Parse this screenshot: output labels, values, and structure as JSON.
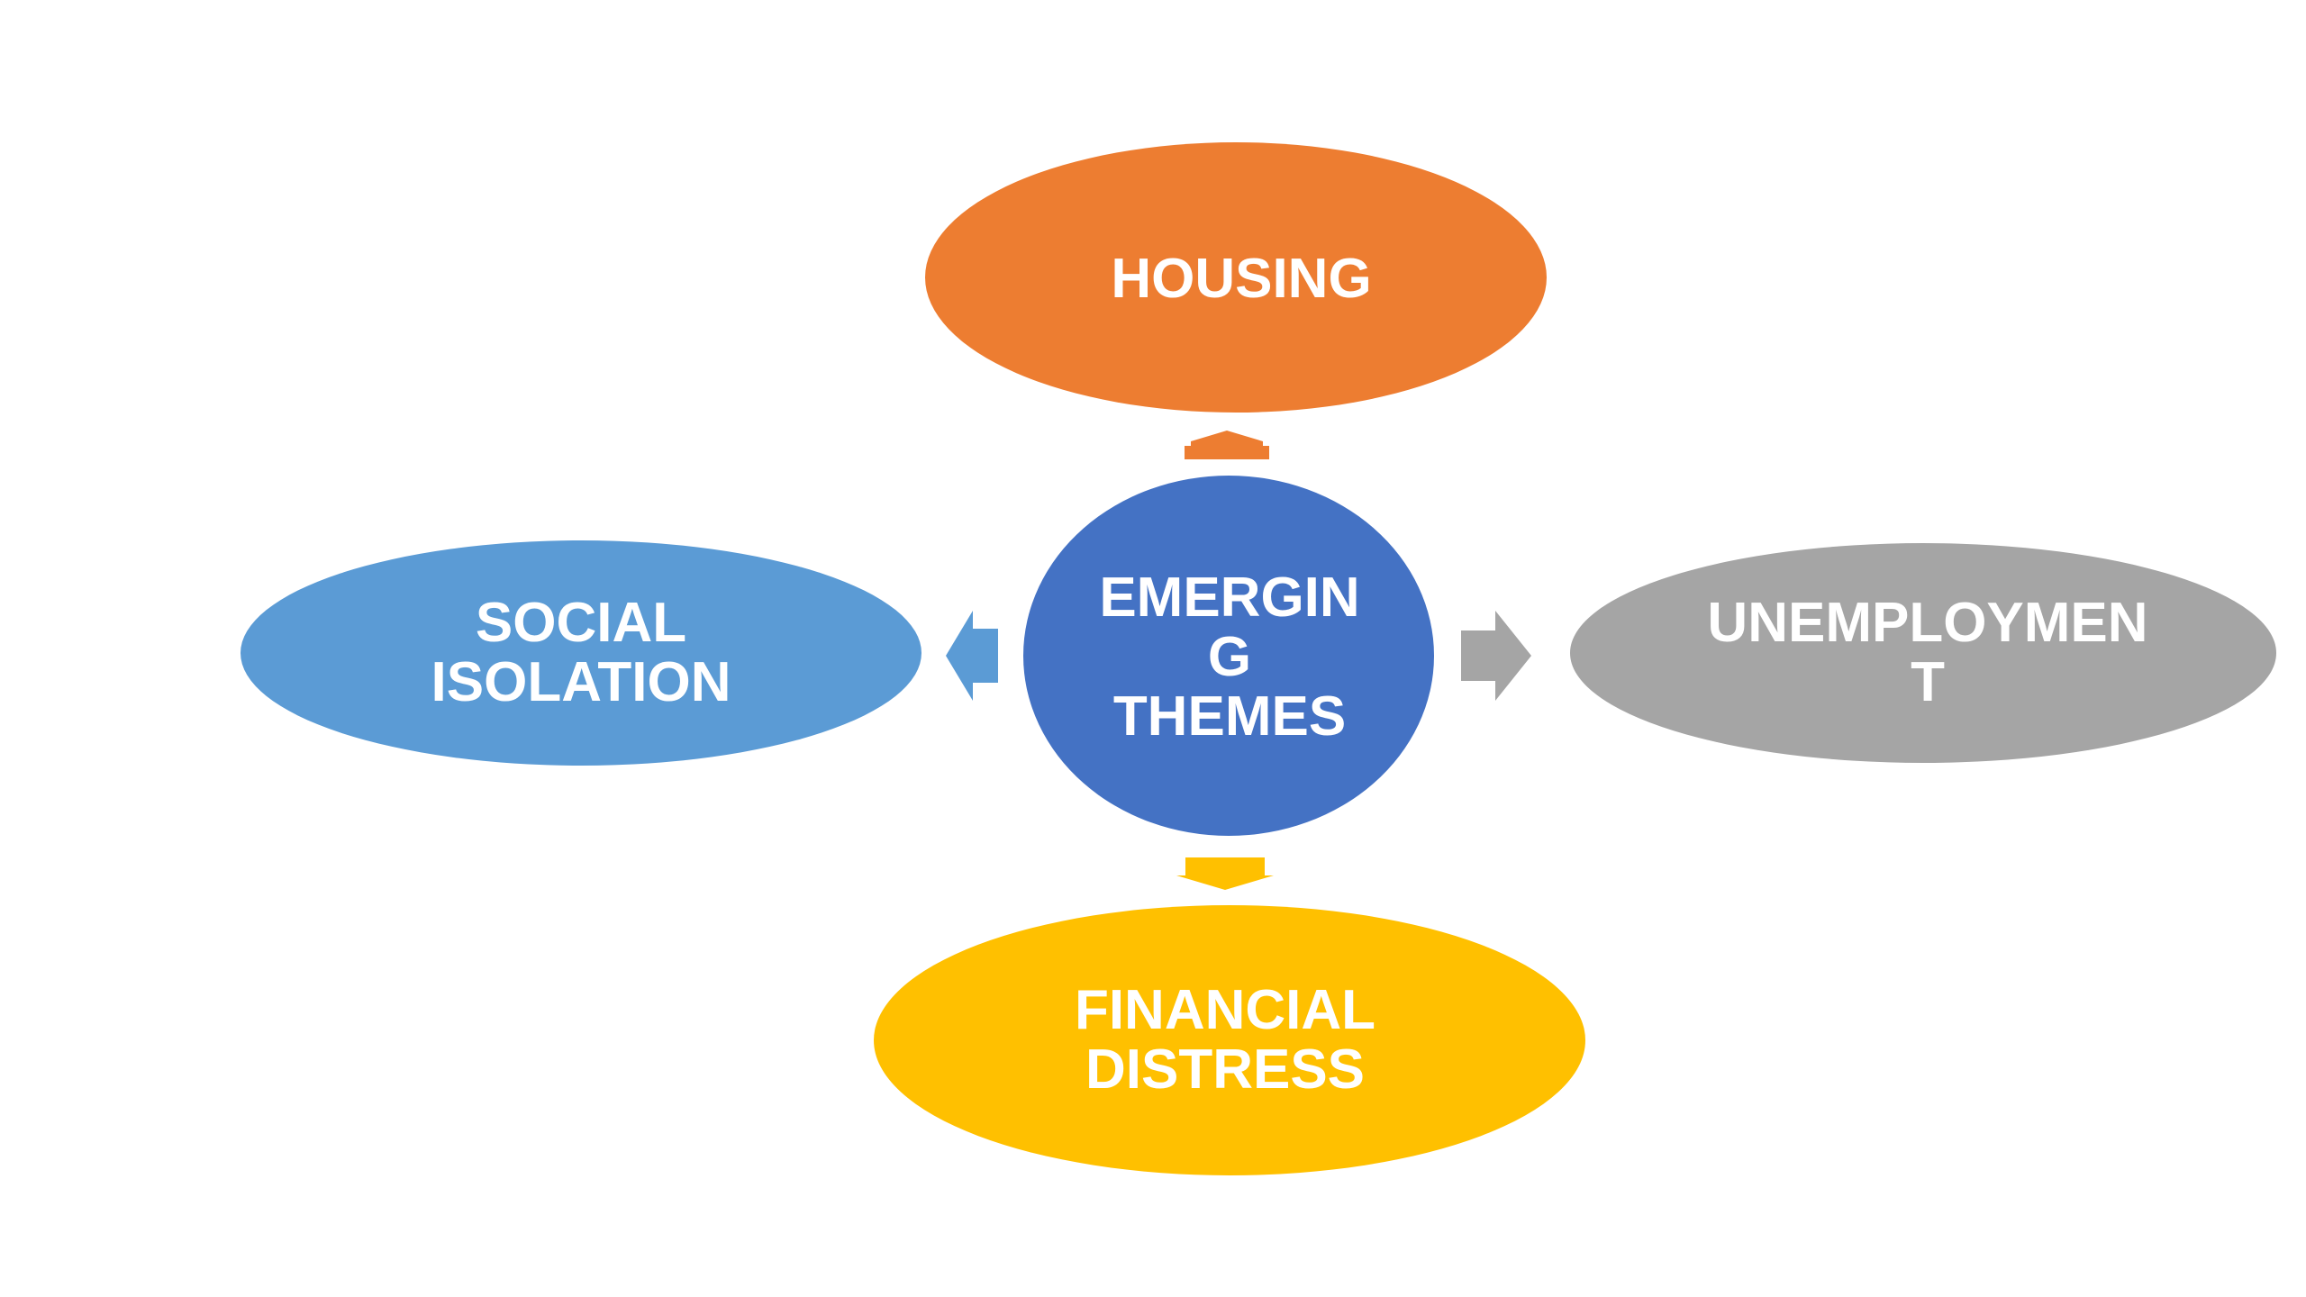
{
  "diagram": {
    "center": {
      "lines": [
        "EMERGIN",
        "G",
        "THEMES"
      ],
      "color": "#4472C4"
    },
    "nodes": {
      "housing": {
        "lines": [
          "HOUSING"
        ],
        "color": "#ED7D31"
      },
      "social_isolation": {
        "lines": [
          "SOCIAL",
          "ISOLATION"
        ],
        "color": "#5B9BD5"
      },
      "unemployment": {
        "lines": [
          "UNEMPLOYMEN",
          "T"
        ],
        "color": "#A5A5A5"
      },
      "financial_distress": {
        "lines": [
          "FINANCIAL",
          "DISTRESS"
        ],
        "color": "#FFC000"
      }
    }
  }
}
